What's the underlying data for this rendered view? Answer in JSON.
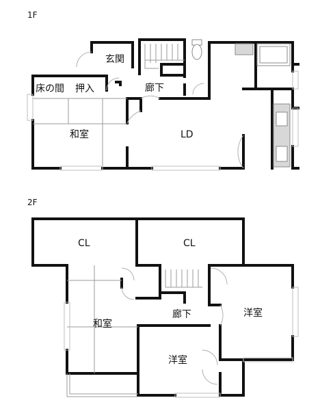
{
  "floors": {
    "f1": "1F",
    "f2": "2F"
  },
  "rooms_1f": {
    "entrance": "玄関",
    "hall": "廊下",
    "alcove": "床の間",
    "closet": "押入",
    "japanese_room": "和室",
    "ld": "LD"
  },
  "rooms_2f": {
    "cl_left": "CL",
    "cl_right": "CL",
    "japanese_room": "和室",
    "hall": "廊下",
    "western_room_1": "洋室",
    "western_room_2": "洋室"
  },
  "colors": {
    "wall": "#111111",
    "fixture": "#8a8a8a",
    "door": "#b0b0b0"
  }
}
